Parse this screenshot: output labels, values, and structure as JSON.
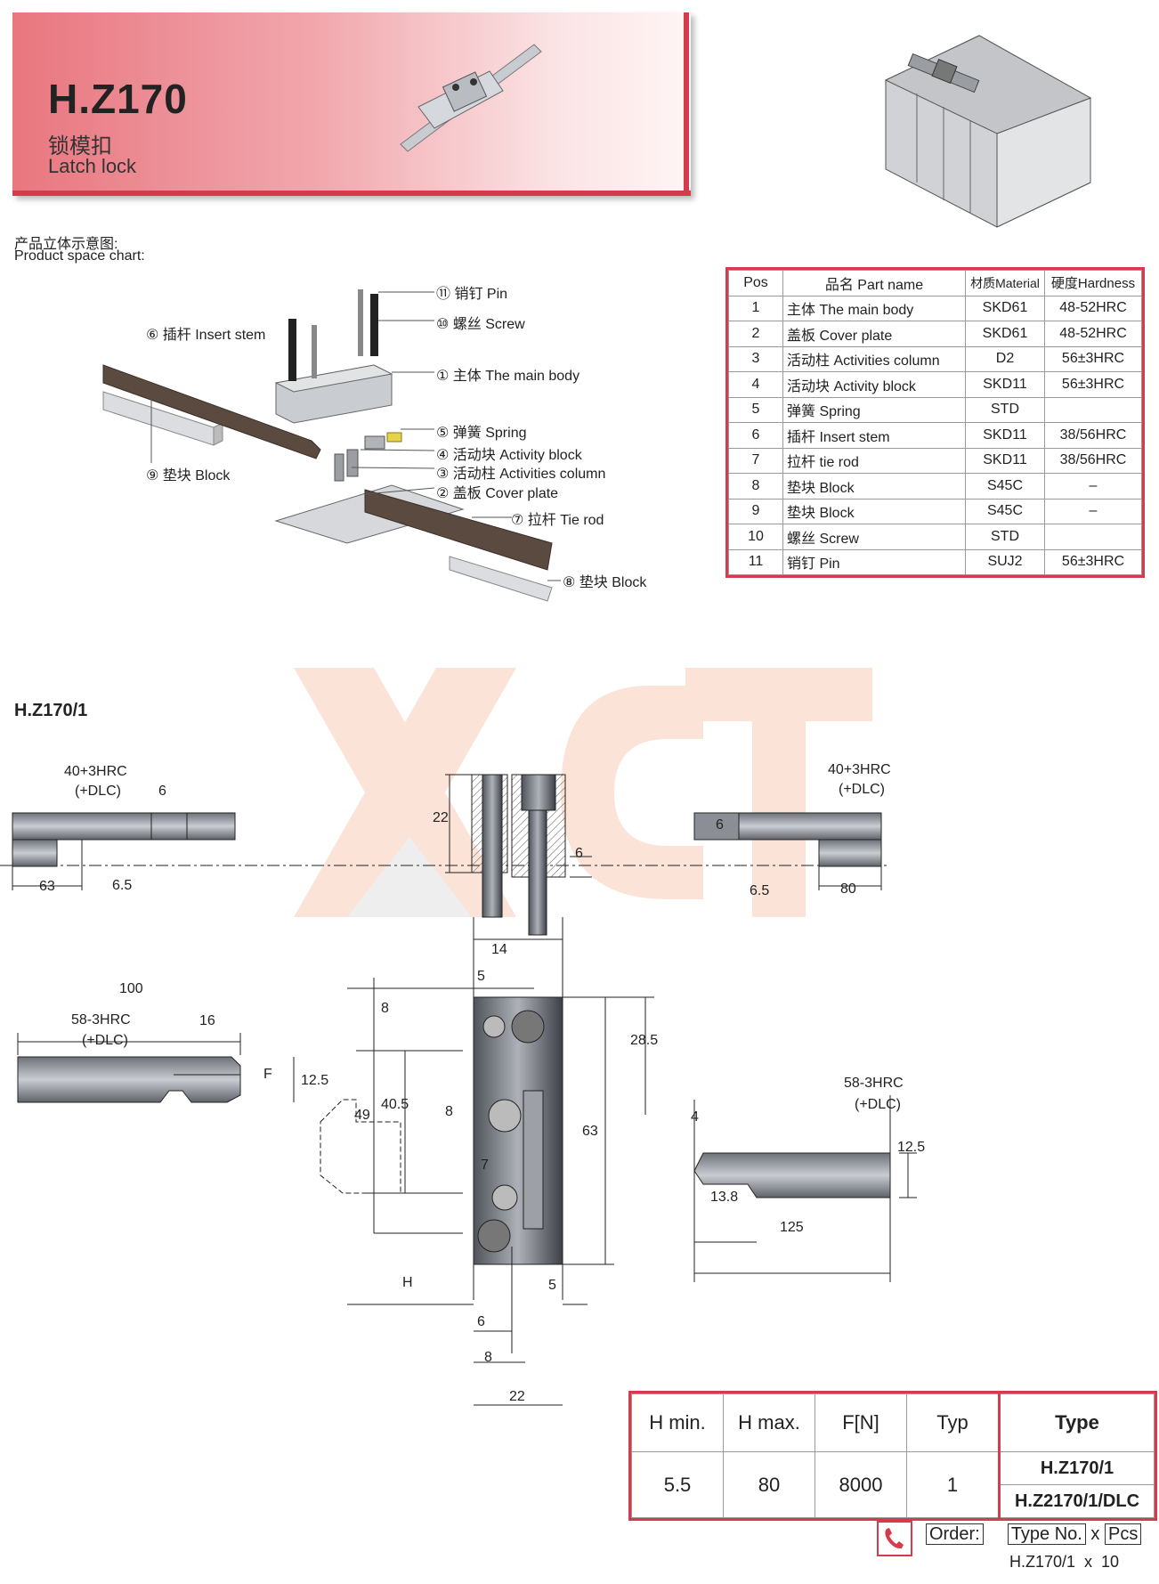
{
  "header": {
    "title": "H.Z170",
    "subtitle_cn": "锁模扣",
    "subtitle_en": "Latch lock"
  },
  "product_space": {
    "label_cn": "产品立体示意图:",
    "label_en": "Product space chart:",
    "callouts": {
      "pin": "⑪ 销钉 Pin",
      "screw": "⑩ 螺丝 Screw",
      "insert_stem": "⑥ 插杆 Insert stem",
      "main_body": "① 主体 The main body",
      "spring": "⑤ 弹簧 Spring",
      "activity_block": "④ 活动块 Activity block",
      "activities_column": "③ 活动柱 Activities column",
      "cover_plate": "② 盖板 Cover plate",
      "block9": "⑨ 垫块 Block",
      "tie_rod": "⑦ 拉杆 Tie rod",
      "block8": "⑧ 垫块 Block"
    }
  },
  "parts_table": {
    "headers": [
      "Pos",
      "品名 Part name",
      "材质Material",
      "硬度Hardness"
    ],
    "rows": [
      [
        "1",
        "主体 The main body",
        "SKD61",
        "48-52HRC"
      ],
      [
        "2",
        "盖板 Cover plate",
        "SKD61",
        "48-52HRC"
      ],
      [
        "3",
        "活动柱 Activities column",
        "D2",
        "56±3HRC"
      ],
      [
        "4",
        "活动块 Activity block",
        "SKD11",
        "56±3HRC"
      ],
      [
        "5",
        "弹簧 Spring",
        "STD",
        ""
      ],
      [
        "6",
        "插杆 Insert stem",
        "SKD11",
        "38/56HRC"
      ],
      [
        "7",
        "拉杆 tie rod",
        "SKD11",
        "38/56HRC"
      ],
      [
        "8",
        "垫块 Block",
        "S45C",
        "–"
      ],
      [
        "9",
        "垫块 Block",
        "S45C",
        "–"
      ],
      [
        "10",
        "螺丝 Screw",
        "STD",
        ""
      ],
      [
        "11",
        "销钉 Pin",
        "SUJ2",
        "56±3HRC"
      ]
    ]
  },
  "drawing": {
    "model_label": "H.Z170/1",
    "dims": {
      "hrc40_left": "40+3HRC",
      "dlc_left": "(+DLC)",
      "d6_top": "6",
      "d63": "63",
      "d65_left": "6.5",
      "d22": "22",
      "d6_mid": "6",
      "hrc40_right": "40+3HRC",
      "dlc_right": "(+DLC)",
      "d6_right": "6",
      "d65_right": "6.5",
      "d80": "80",
      "d14": "14",
      "d5_top": "5",
      "d8_top": "8",
      "d285": "28.5",
      "d100": "100",
      "hrc58_left": "58-3HRC",
      "d16": "16",
      "dlc_left2": "(+DLC)",
      "f": "F",
      "d125_left": "12.5",
      "d49": "49",
      "d405": "40.5",
      "d8_mid": "8",
      "d63_v": "63",
      "d7": "7",
      "hrc58_right": "58-3HRC",
      "dlc_right2": "(+DLC)",
      "d4": "4",
      "d125_right": "12.5",
      "d138": "13.8",
      "d125": "125",
      "h": "H",
      "d5_bot": "5",
      "d6_bot": "6",
      "d8_bot": "8",
      "d22_bot": "22"
    }
  },
  "type_table": {
    "headers": [
      "H min.",
      "H max.",
      "F[N]",
      "Typ",
      "Type"
    ],
    "values": [
      "5.5",
      "80",
      "8000",
      "1"
    ],
    "types": [
      "H.Z170/1",
      "H.Z2170/1/DLC"
    ]
  },
  "order": {
    "label": "Order:",
    "type_no": "Type No.",
    "x": "x",
    "pcs": "Pcs",
    "example": "H.Z170/1  x  10"
  },
  "colors": {
    "accent_red": "#d63b4d",
    "banner_pink": "#e9767f",
    "steel": "#8a8f96",
    "rod_brown": "#5b4a40"
  }
}
